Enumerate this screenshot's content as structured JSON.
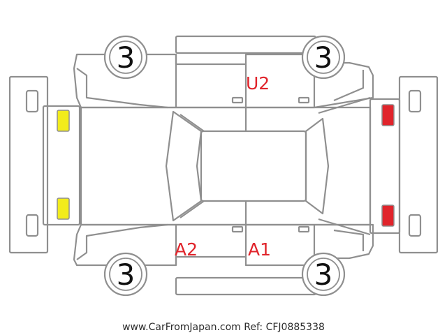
{
  "diagram": {
    "tire_ratings": {
      "front_left": "3",
      "front_right": "3",
      "rear_left": "3",
      "rear_right": "3"
    },
    "damage_codes": {
      "top_door": "U2",
      "bottom_front_door": "A2",
      "bottom_rear_door": "A1"
    },
    "lamp_colors": {
      "front": "#f2ec1c",
      "rear": "#e0242b"
    },
    "footer": "www.CarFromJapan.com Ref: CFJ0885338"
  }
}
